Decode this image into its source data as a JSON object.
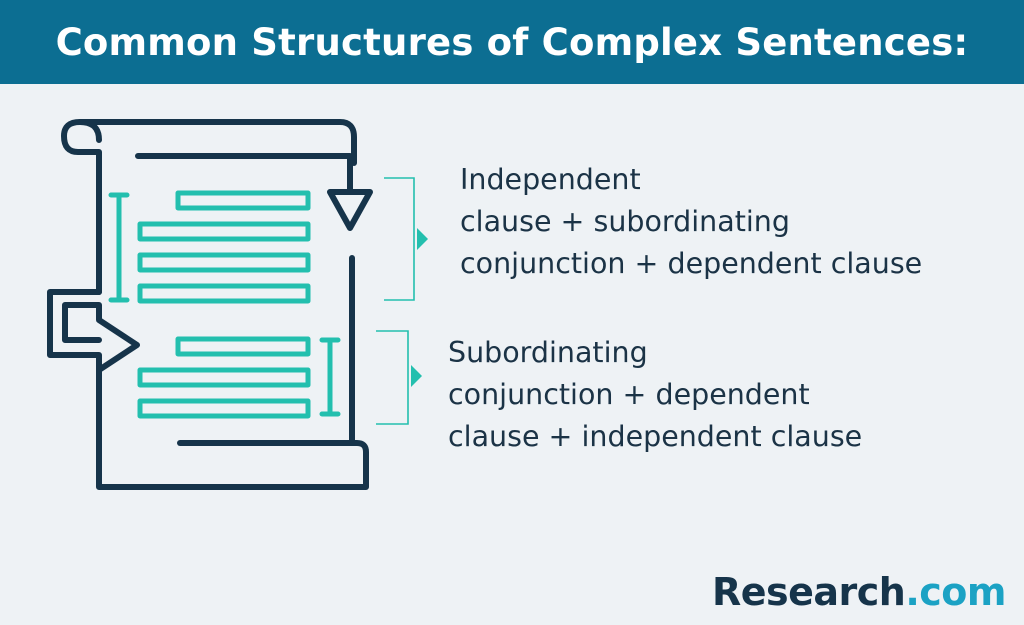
{
  "title": "Common Structures of Complex Sentences:",
  "structures": [
    {
      "lines": [
        "Independent",
        "clause + subordinating",
        "conjunction + dependent clause"
      ]
    },
    {
      "lines": [
        "Subordinating",
        "conjunction + dependent",
        "clause + independent clause"
      ]
    }
  ],
  "brand": {
    "name": "Research",
    "suffix": ".com"
  },
  "colors": {
    "header": "#0c6e92",
    "background": "#eef2f5",
    "outline": "#16344a",
    "accent": "#23bfae",
    "text": "#1b3346",
    "brand_dot": "#1ba2c4"
  },
  "icons": [
    "scroll-document-icon",
    "arrow-down-icon",
    "arrow-right-icon"
  ]
}
